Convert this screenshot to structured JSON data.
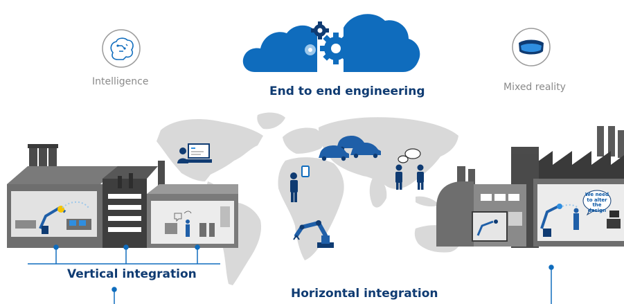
{
  "top": {
    "intelligence_label": "Intelligence",
    "mixed_reality_label": "Mixed reality",
    "engineering_title": "End to end engineering"
  },
  "bottom": {
    "vertical_title": "Vertical integration",
    "horizontal_title": "Horizontal integration"
  },
  "factory_right": {
    "bubble_text": "We need\nto alter the\ndesign"
  },
  "colors": {
    "brand_blue": "#0f6cbd",
    "navy": "#0f3b72",
    "building_dark": "#3c3c3c",
    "building_mid": "#6b6b6b",
    "map_grey": "#d7d7d7",
    "text_grey": "#8a8a8a"
  },
  "icons": [
    "brain-circuit-icon",
    "cloud-gears-icon",
    "vr-headset-icon",
    "robot-arm-icon",
    "car-icon",
    "person-icon",
    "tablet-icon",
    "speech-bubble-icon",
    "laptop-icon"
  ]
}
